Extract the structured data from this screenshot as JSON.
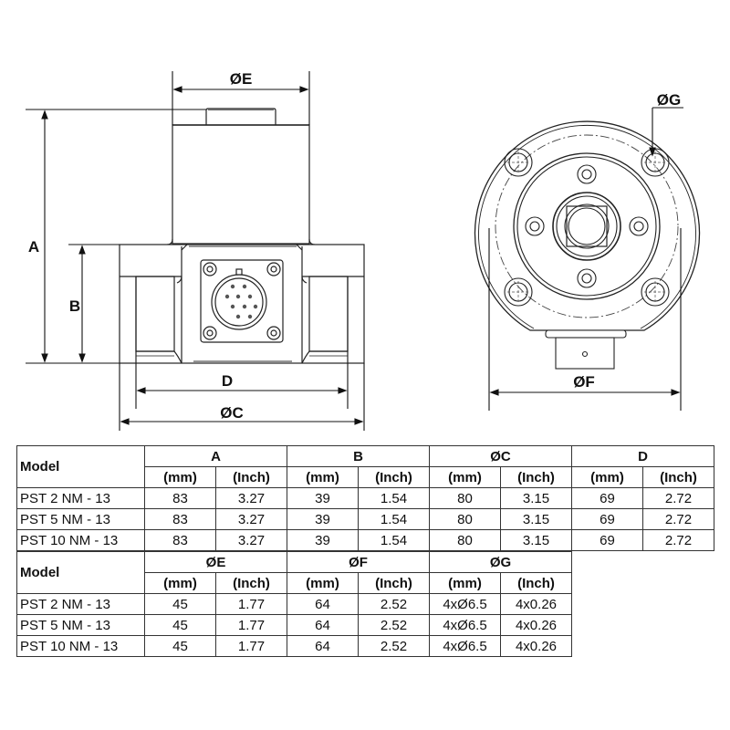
{
  "drawing": {
    "side_view_labels": {
      "A": "A",
      "B": "B",
      "D": "D",
      "C": "ØC",
      "E": "ØE"
    },
    "front_view_labels": {
      "F": "ØF",
      "G": "ØG"
    }
  },
  "table1": {
    "model_header": "Model",
    "groups": [
      {
        "label": "A",
        "units": [
          "(mm)",
          "(Inch)"
        ]
      },
      {
        "label": "B",
        "units": [
          "(mm)",
          "(Inch)"
        ]
      },
      {
        "label": "ØC",
        "units": [
          "(mm)",
          "(Inch)"
        ]
      },
      {
        "label": "D",
        "units": [
          "(mm)",
          "(Inch)"
        ]
      }
    ],
    "rows": [
      {
        "model": "PST 2 NM - 13",
        "values": [
          "83",
          "3.27",
          "39",
          "1.54",
          "80",
          "3.15",
          "69",
          "2.72"
        ]
      },
      {
        "model": "PST 5 NM - 13",
        "values": [
          "83",
          "3.27",
          "39",
          "1.54",
          "80",
          "3.15",
          "69",
          "2.72"
        ]
      },
      {
        "model": "PST 10 NM - 13",
        "values": [
          "83",
          "3.27",
          "39",
          "1.54",
          "80",
          "3.15",
          "69",
          "2.72"
        ]
      }
    ]
  },
  "table2": {
    "model_header": "Model",
    "groups": [
      {
        "label": "ØE",
        "units": [
          "(mm)",
          "(Inch)"
        ]
      },
      {
        "label": "ØF",
        "units": [
          "(mm)",
          "(Inch)"
        ]
      },
      {
        "label": "ØG",
        "units": [
          "(mm)",
          "(Inch)"
        ]
      }
    ],
    "rows": [
      {
        "model": "PST 2 NM - 13",
        "values": [
          "45",
          "1.77",
          "64",
          "2.52",
          "4xØ6.5",
          "4x0.26"
        ]
      },
      {
        "model": "PST 5 NM - 13",
        "values": [
          "45",
          "1.77",
          "64",
          "2.52",
          "4xØ6.5",
          "4x0.26"
        ]
      },
      {
        "model": "PST 10 NM - 13",
        "values": [
          "45",
          "1.77",
          "64",
          "2.52",
          "4xØ6.5",
          "4x0.26"
        ]
      }
    ]
  }
}
